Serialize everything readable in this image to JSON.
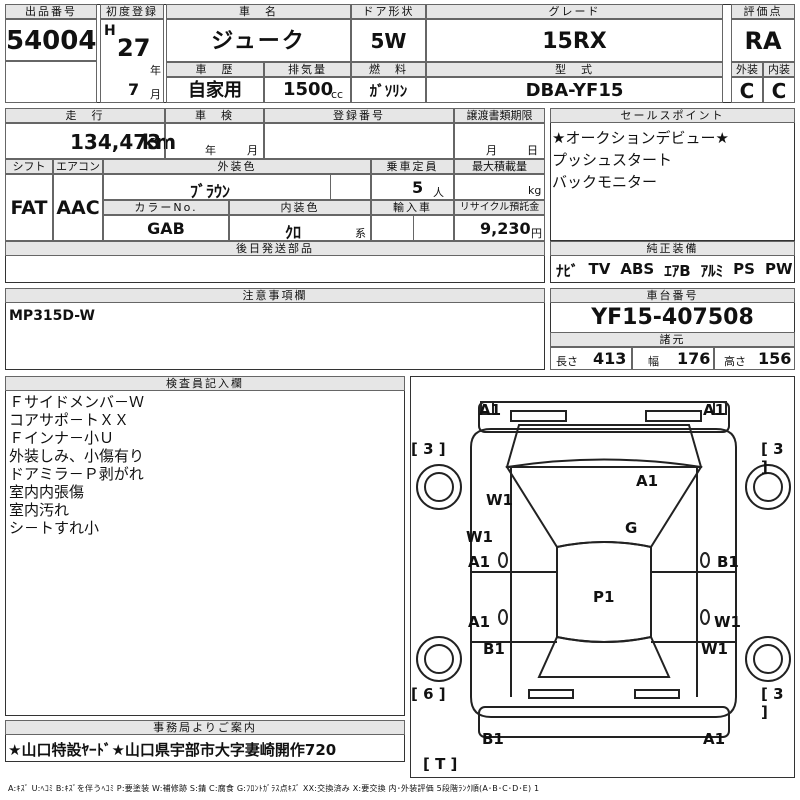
{
  "top": {
    "lot_no_label": "出品番号",
    "lot_no": "54004",
    "first_reg_label": "初度登録",
    "era": "H",
    "year": "27",
    "year_unit": "年",
    "month": "7",
    "month_unit": "月",
    "car_name_label": "車　名",
    "car_name": "ジューク",
    "door_label": "ドア形状",
    "door": "5W",
    "grade_label": "グレード",
    "grade": "15RX",
    "rating_label": "評価点",
    "rating": "RA",
    "history_label": "車　歴",
    "history": "自家用",
    "displacement_label": "排気量",
    "displacement": "1500",
    "cc_unit": "cc",
    "fuel_label": "燃　料",
    "fuel": "ｶﾞｿﾘﾝ",
    "model_label": "型　式",
    "model": "DBA-YF15",
    "exterior_label": "外装",
    "exterior": "C",
    "interior_label": "内装",
    "interior": "C"
  },
  "row2": {
    "mileage_label": "走　行",
    "mileage": "134,473",
    "mileage_unit": "km",
    "inspection_label": "車　検",
    "insp_year_unit": "年",
    "insp_month_unit": "月",
    "regno_label": "登録番号",
    "transfer_label": "譲渡書類期限",
    "transfer_month": "月",
    "transfer_day": "日",
    "shift_label": "シフト",
    "shift": "FAT",
    "ac_label": "エアコン",
    "ac": "AAC",
    "color_label": "外装色",
    "color": "ﾌﾞﾗｳﾝ",
    "capacity_label": "乗車定員",
    "capacity": "5",
    "capacity_unit": "人",
    "load_label": "最大積載量",
    "load_unit": "kg",
    "colorno_label": "カラーNo.",
    "colorno": "GAB",
    "interior_color_label": "内装色",
    "interior_color": "ｸﾛ",
    "interior_unit": "系",
    "import_label": "輸入車",
    "recycle_label": "リサイクル預託金",
    "recycle": "9,230",
    "recycle_unit": "円"
  },
  "sales": {
    "title": "セールスポイント",
    "lines": [
      "★オークションデビュー★",
      "プッシュスタート",
      "バックモニター"
    ]
  },
  "later": {
    "title": "後日発送部品"
  },
  "equip": {
    "title": "純正装備",
    "items": [
      "ﾅﾋﾞ",
      "TV",
      "ABS",
      "ｴｱB",
      "ｱﾙﾐ",
      "PS",
      "PW"
    ]
  },
  "notes": {
    "title": "注意事項欄",
    "text": "MP315D-W"
  },
  "chassis": {
    "title": "車台番号",
    "number": "YF15-407508",
    "dims_title": "諸元",
    "len_label": "長さ",
    "len": "413",
    "wid_label": "幅",
    "wid": "176",
    "hgt_label": "高さ",
    "hgt": "156"
  },
  "inspector": {
    "title": "検査員記入欄",
    "lines": [
      "Ｆサイドメンバ－Ｗ",
      "コアサポ－トＸＸ",
      "Ｆインナ－小Ｕ",
      "外装しみ、小傷有り",
      "ドアミラ－Ｐ剥がれ",
      "室内内張傷",
      "室内汚れ",
      "シ－トすれ小"
    ]
  },
  "office": {
    "title": "事務局よりご案内",
    "text": "★山口特設ﾔｰﾄﾞ★山口県宇部市大字妻崎開作720"
  },
  "diagram": {
    "labels": {
      "front_left": "A1",
      "front_right": "A1",
      "left_tire_front": "[ 3 ]",
      "right_tire_front": "[ 3 ]",
      "hood": "A1",
      "fender_left": "W1",
      "windshield": "G",
      "door_fl": "W1",
      "door_fl2": "A1",
      "door_fr": "B1",
      "roof": "P1",
      "door_rl": "A1",
      "door_rl2": "B1",
      "door_rr": "W1",
      "door_rr2": "W1",
      "left_tire_rear": "[ 6 ]",
      "right_tire_rear": "[ 3 ]",
      "rear_left": "B1",
      "rear_right": "A1",
      "spare": "[ T ]"
    }
  },
  "legend": "A:ｷｽﾞ  U:ﾍｺﾐ B:ｷｽﾞを伴うﾍｺﾐ P:要塗装 W:補修跡 S:錆 C:腐食 G:ﾌﾛﾝﾄｶﾞﾗｽ点ｷｽﾞ XX:交換済み X:要交換  内･外装評価  5段階ﾗﾝｸ順(A･B･C･D･E) 1"
}
